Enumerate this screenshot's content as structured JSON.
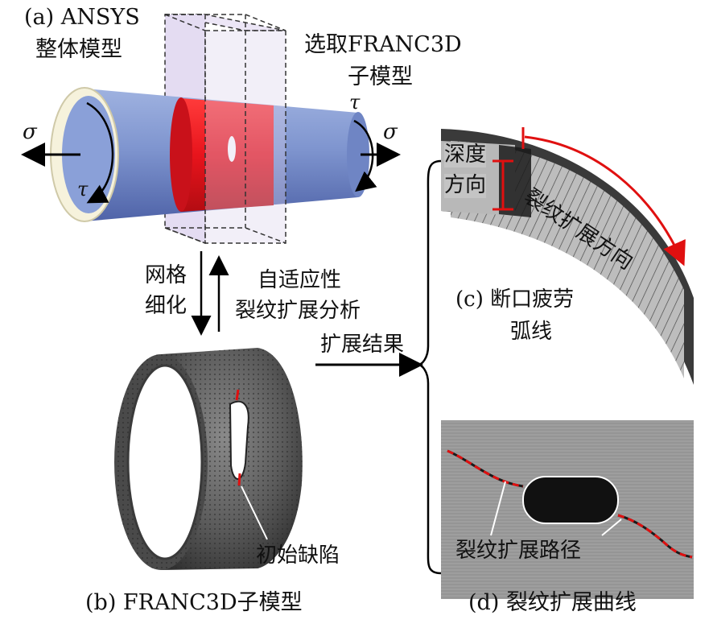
{
  "panel_a": {
    "title_line1": "(a) ANSYS",
    "title_line2": "整体模型",
    "submodel_line1": "选取FRANC3D",
    "submodel_line2": "子模型",
    "sigma": "σ",
    "tau": "τ"
  },
  "arrows": {
    "refine_line1": "网格",
    "refine_line2": "细化",
    "adaptive_line1": "自适应性",
    "adaptive_line2": "裂纹扩展分析",
    "result": "扩展结果"
  },
  "panel_b": {
    "caption": "(b) FRANC3D子模型",
    "initial_defect": "初始缺陷"
  },
  "panel_c": {
    "caption_line1": "(c) 断口疲劳",
    "caption_line2": "弧线",
    "depth_line1": "深度",
    "depth_line2": "方向",
    "propagation_direction": "裂纹扩展方向"
  },
  "panel_d": {
    "caption": "(d) 裂纹扩展曲线",
    "path_label": "裂纹扩展路径"
  },
  "colors": {
    "pipe_blue": "#7f95cf",
    "submodel_red": "#e8141c",
    "box_purple": "#d9d0ec",
    "mesh_gray": "#5a5a5a",
    "crack_red": "#e01010"
  }
}
